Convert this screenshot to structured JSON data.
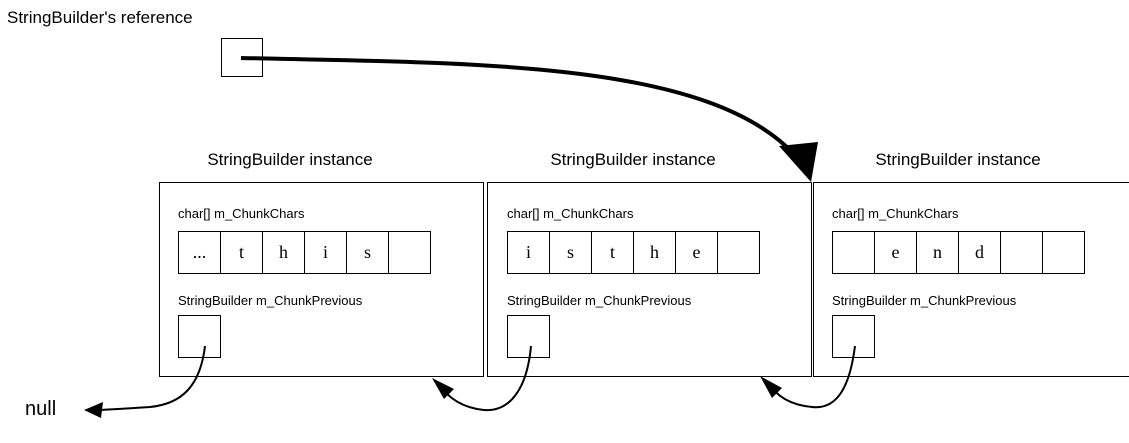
{
  "reference": {
    "label": "StringBuilder's reference"
  },
  "instances": [
    {
      "title": "StringBuilder instance",
      "chars_label": "char[] m_ChunkChars",
      "chars": [
        "...",
        "t",
        "h",
        "i",
        "s",
        ""
      ],
      "previous_label": "StringBuilder m_ChunkPrevious"
    },
    {
      "title": "StringBuilder instance",
      "chars_label": "char[] m_ChunkChars",
      "chars": [
        "i",
        "s",
        "t",
        "h",
        "e",
        ""
      ],
      "previous_label": "StringBuilder m_ChunkPrevious"
    },
    {
      "title": "StringBuilder instance",
      "chars_label": "char[] m_ChunkChars",
      "chars": [
        "",
        "e",
        "n",
        "d",
        "",
        ""
      ],
      "previous_label": "StringBuilder m_ChunkPrevious"
    }
  ],
  "null_label": "null"
}
